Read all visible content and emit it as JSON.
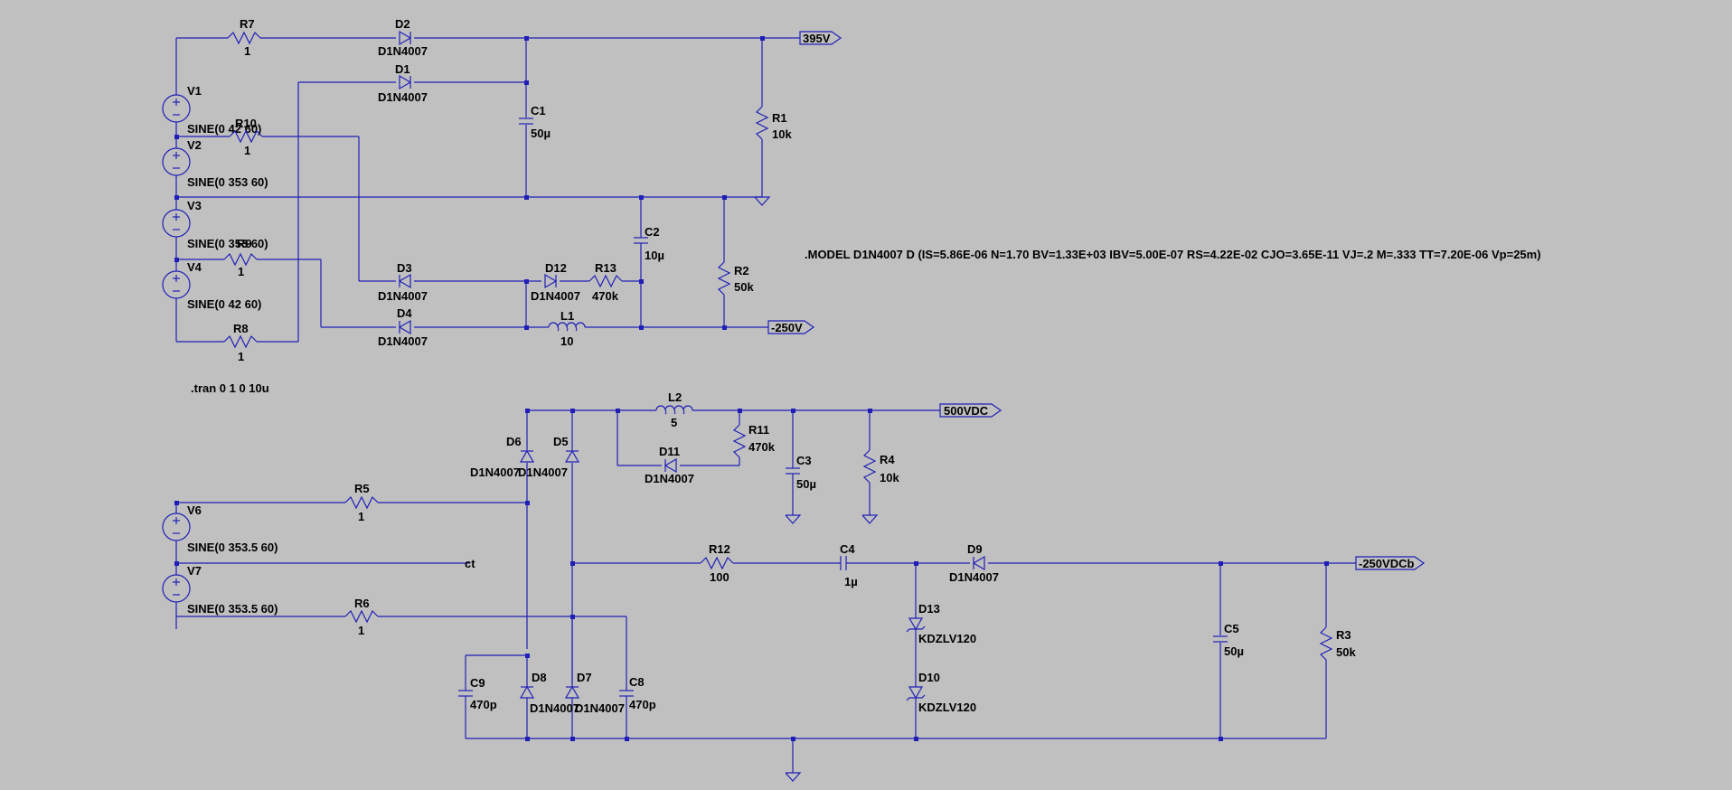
{
  "colors": {
    "background": "#c0c0c0",
    "wire": "#1f1fb8",
    "text": "#000000"
  },
  "components": [
    {
      "id": "R7",
      "kind": "resistor",
      "value": "1"
    },
    {
      "id": "D2",
      "kind": "diode",
      "value": "D1N4007"
    },
    {
      "id": "D1",
      "kind": "diode",
      "value": "D1N4007"
    },
    {
      "id": "C1",
      "kind": "capacitor",
      "value": "50µ"
    },
    {
      "id": "R1",
      "kind": "resistor",
      "value": "10k"
    },
    {
      "id": "V1",
      "kind": "source",
      "value": "SINE(0 42 60)"
    },
    {
      "id": "R10",
      "kind": "resistor",
      "value": "1"
    },
    {
      "id": "V2",
      "kind": "source",
      "value": "SINE(0 353 60)"
    },
    {
      "id": "V3",
      "kind": "source",
      "value": "SINE(0 353 60)"
    },
    {
      "id": "R9",
      "kind": "resistor",
      "value": "1"
    },
    {
      "id": "V4",
      "kind": "source",
      "value": "SINE(0 42 60)"
    },
    {
      "id": "R8",
      "kind": "resistor",
      "value": "1"
    },
    {
      "id": "C2",
      "kind": "capacitor",
      "value": "10µ"
    },
    {
      "id": "R2",
      "kind": "resistor",
      "value": "50k"
    },
    {
      "id": "D3",
      "kind": "diode",
      "value": "D1N4007"
    },
    {
      "id": "D12",
      "kind": "diode",
      "value": "D1N4007"
    },
    {
      "id": "R13",
      "kind": "resistor",
      "value": "470k"
    },
    {
      "id": "D4",
      "kind": "diode",
      "value": "D1N4007"
    },
    {
      "id": "L1",
      "kind": "inductor",
      "value": "10"
    },
    {
      "id": "L2",
      "kind": "inductor",
      "value": "5"
    },
    {
      "id": "R11",
      "kind": "resistor",
      "value": "470k"
    },
    {
      "id": "D11",
      "kind": "diode",
      "value": "D1N4007"
    },
    {
      "id": "D6",
      "kind": "diode",
      "value": "D1N4007"
    },
    {
      "id": "D5",
      "kind": "diode",
      "value": "D1N4007"
    },
    {
      "id": "C3",
      "kind": "capacitor",
      "value": "50µ"
    },
    {
      "id": "R4",
      "kind": "resistor",
      "value": "10k"
    },
    {
      "id": "V6",
      "kind": "source",
      "value": "SINE(0 353.5 60)"
    },
    {
      "id": "R5",
      "kind": "resistor",
      "value": "1"
    },
    {
      "id": "V7",
      "kind": "source",
      "value": "SINE(0 353.5 60)"
    },
    {
      "id": "R6",
      "kind": "resistor",
      "value": "1"
    },
    {
      "id": "R12",
      "kind": "resistor",
      "value": "100"
    },
    {
      "id": "C4",
      "kind": "capacitor",
      "value": "1µ"
    },
    {
      "id": "D9",
      "kind": "diode",
      "value": "D1N4007"
    },
    {
      "id": "D13",
      "kind": "zener",
      "value": "KDZLV120"
    },
    {
      "id": "D10",
      "kind": "zener",
      "value": "KDZLV120"
    },
    {
      "id": "C5",
      "kind": "capacitor",
      "value": "50µ"
    },
    {
      "id": "R3",
      "kind": "resistor",
      "value": "50k"
    },
    {
      "id": "C9",
      "kind": "capacitor",
      "value": "470p"
    },
    {
      "id": "D8",
      "kind": "diode",
      "value": "D1N4007"
    },
    {
      "id": "D7",
      "kind": "diode",
      "value": "D1N4007"
    },
    {
      "id": "C8",
      "kind": "capacitor",
      "value": "470p"
    }
  ],
  "net_labels": {
    "out_395": "395V",
    "out_neg250": "-250V",
    "out_500": "500VDC",
    "out_neg250b": "-250VDCb",
    "ct": "ct"
  },
  "directives": {
    "model": ".MODEL D1N4007 D (IS=5.86E-06 N=1.70 BV=1.33E+03 IBV=5.00E-07 RS=4.22E-02 CJO=3.65E-11 VJ=.2 M=.333 TT=7.20E-06 Vp=25m)",
    "tran": ".tran 0 1 0 10u"
  }
}
